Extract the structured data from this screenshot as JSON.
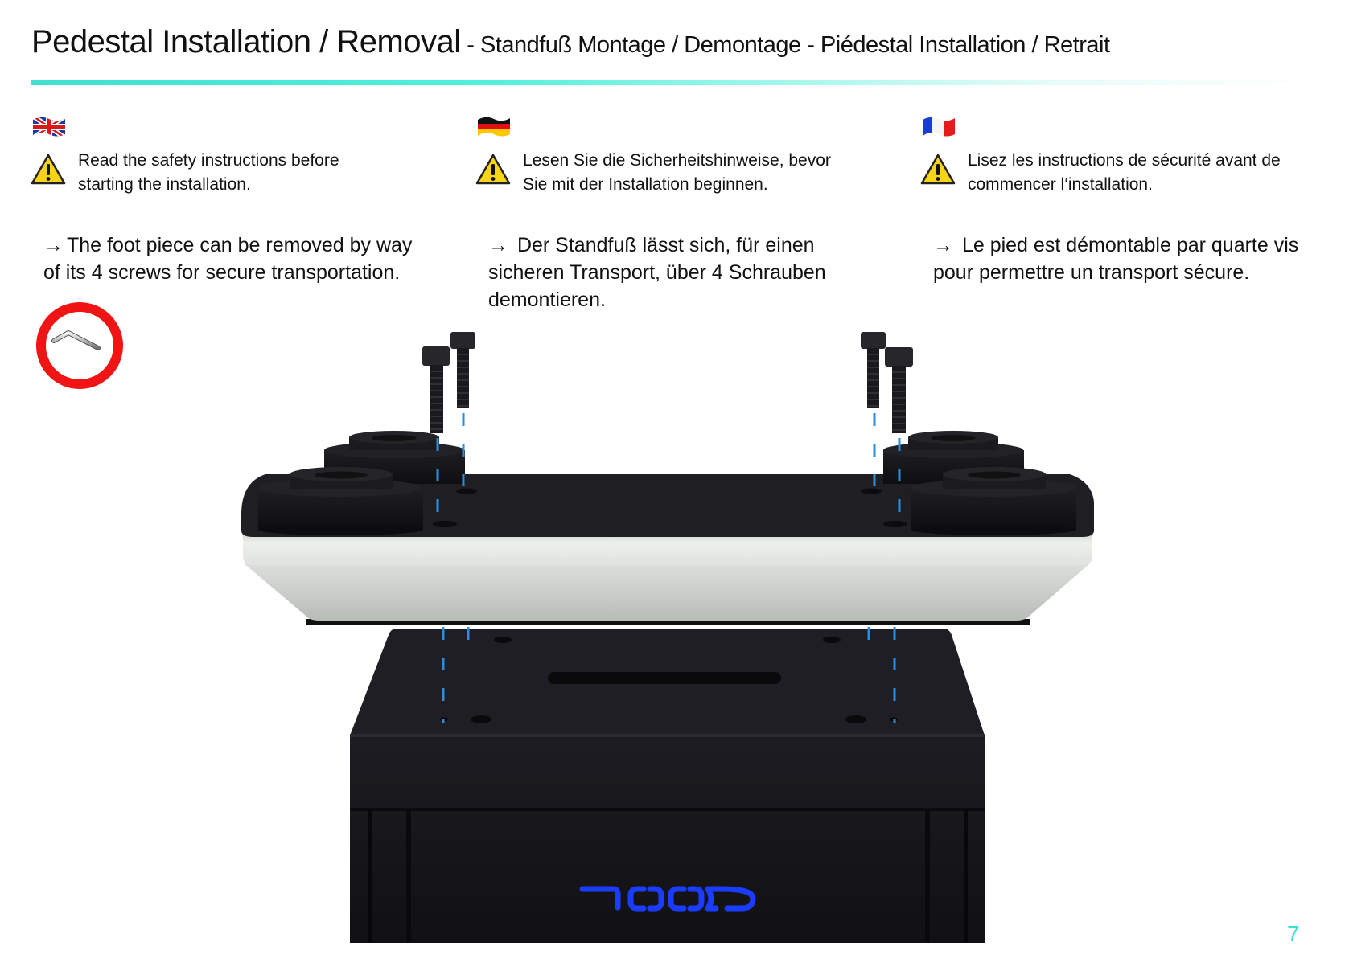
{
  "header": {
    "title_main": "Pedestal Installation / Removal",
    "title_sub": " - Standfuß Montage / Demontage - Piédestal Installation / Retrait",
    "accent_color": "#40e0d0"
  },
  "columns": [
    {
      "lang": "en",
      "flag_icon": "uk-flag-icon",
      "warning_icon": "warning-triangle-icon",
      "warning_lines": [
        "Read the safety instructions before",
        "starting the installation."
      ],
      "arrow": "→",
      "para_lines": [
        "The foot piece can be removed by way",
        "of its 4 screws for secure transportation."
      ]
    },
    {
      "lang": "de",
      "flag_icon": "germany-flag-icon",
      "warning_icon": "warning-triangle-icon",
      "warning_lines": [
        "Lesen Sie die Sicherheitshinweise, bevor",
        "Sie mit der Installation beginnen."
      ],
      "arrow": "→",
      "para_lines": [
        " Der Standfuß lässt sich, für einen",
        "sicheren Transport, über 4 Schrauben",
        "demontieren."
      ]
    },
    {
      "lang": "fr",
      "flag_icon": "france-flag-icon",
      "warning_icon": "warning-triangle-icon",
      "warning_lines": [
        "Lisez les instructions de sécurité avant de",
        "commencer l‘installation."
      ],
      "arrow": "→",
      "para_lines": [
        " Le pied est démontable par quarte vis",
        "pour permettre un transport sécure."
      ]
    }
  ],
  "tool": {
    "icon": "hex-key-icon",
    "ring_color": "#f01414"
  },
  "illustration": {
    "subject": "pedestal-foot-exploded-view",
    "screw_count": 4,
    "guide_line_color": "#2a8fe0",
    "logo_color": "#1a3cff"
  },
  "footer": {
    "page_number": "7"
  }
}
